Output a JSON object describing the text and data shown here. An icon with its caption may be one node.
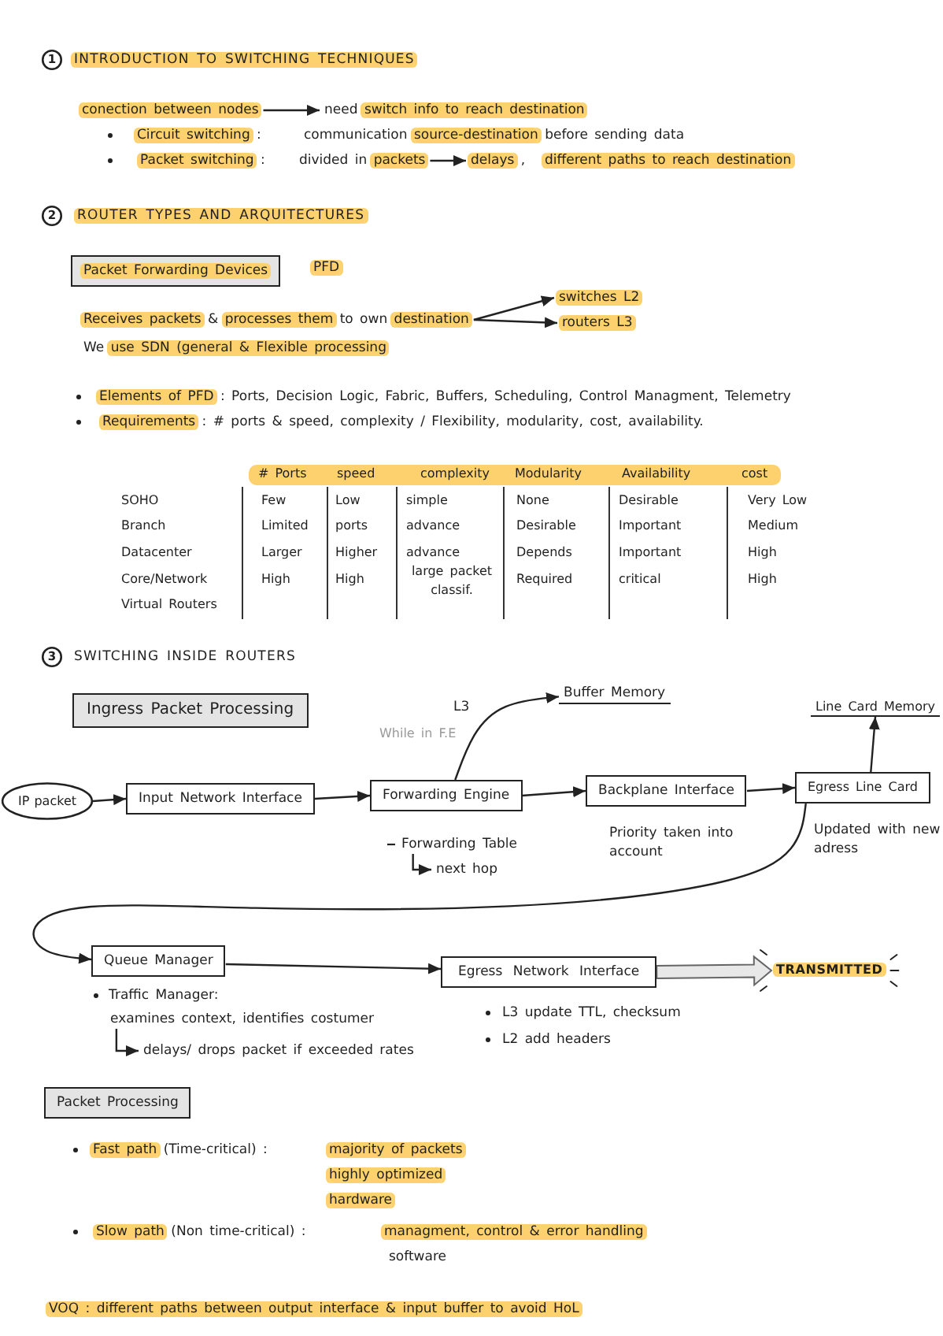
{
  "diagram": {
    "nodes": [
      {
        "text": [
          "1"
        ]
      },
      {
        "text": [
          "INTRODUCTION TO SWITCHING TECHNIQUES"
        ]
      },
      {
        "text": [
          "conection between nodes"
        ]
      },
      {
        "text": [
          "need switch info to reach destination"
        ]
      },
      {
        "text": [
          "Circuit switching :"
        ]
      },
      {
        "text": [
          "communication source-destination before sending data"
        ]
      },
      {
        "text": [
          "Packet switching :"
        ]
      },
      {
        "text": [
          "divided in packets"
        ]
      },
      {
        "text": [
          "delays ,"
        ]
      },
      {
        "text": [
          "different paths to reach destination"
        ]
      },
      {
        "text": [
          "2"
        ]
      },
      {
        "text": [
          "ROUTER TYPES AND ARQUITECTURES"
        ]
      },
      {
        "text": [
          "Packet Forwarding Devices"
        ]
      },
      {
        "text": [
          "PFD"
        ]
      },
      {
        "text": [
          "Receives packets & processes them to own destination"
        ]
      },
      {
        "text": [
          "switches L2"
        ]
      },
      {
        "text": [
          "routers L3"
        ]
      },
      {
        "text": [
          "We use SDN (general & Flexible processing"
        ]
      },
      {
        "text": [
          "Elements of PFD : Ports, Decision Logic, Fabric, Buffers, Scheduling, Control Managment, Telemetry"
        ]
      },
      {
        "text": [
          "Requirements : # ports & speed, complexity / Flexibility, modularity, cost, availability."
        ]
      },
      {
        "text": [
          "3"
        ]
      },
      {
        "text": [
          "Ingress Packet Processing"
        ]
      },
      {
        "text": [
          "Buffer Memory"
        ]
      },
      {
        "text": [
          "Line Card Memory"
        ]
      },
      {
        "text": [
          "IP packet"
        ]
      },
      {
        "text": [
          "Input Network Interface"
        ]
      },
      {
        "text": [
          "Forwarding Engine"
        ]
      },
      {
        "text": [
          "Backplane Interface"
        ],
        "beside": [
          "Priority taken into account"
        ]
      },
      {
        "text": [
          "Egress Line Card"
        ],
        "beside": [
          "Updated with new adress"
        ]
      },
      {
        "text": [
          "Forwarding Table"
        ]
      },
      {
        "text": [
          "next hop"
        ]
      },
      {
        "text": [
          "Queue Manager"
        ],
        "beside": [
          "Traffic Manager:"
        ]
      },
      {
        "text": [
          "Egress Network Interface"
        ]
      },
      {
        "text": [
          "TRANSMITTED"
        ]
      },
      {
        "text": [
          "examines context, identifies costumer"
        ]
      },
      {
        "text": [
          "delays/ drops packet if exceeded rates"
        ]
      },
      {
        "text": [
          "Packet Processing"
        ]
      },
      {
        "text": [
          "Fast path (Time-critical) :"
        ]
      },
      {
        "text": [
          "majority of packets"
        ]
      },
      {
        "text": [
          "highly optimized"
        ]
      },
      {
        "text": [
          "hardware"
        ]
      },
      {
        "text": [
          "Slow path (Non time-critical) :"
        ]
      },
      {
        "text": [
          "managment, control & error handling"
        ]
      },
      {
        "text": [
          "VOQ : different paths between output interface & input buffer to avoid HoL"
        ]
      }
    ],
    "edges": [
      {
        "from": 2,
        "to": 3,
        "arrow": "to"
      },
      {
        "from": 7,
        "to": 8,
        "arrow": "to"
      },
      {
        "from": 14,
        "to": 15,
        "arrow": "to"
      },
      {
        "from": 14,
        "to": 16,
        "arrow": "to"
      },
      {
        "from": 24,
        "to": 25,
        "arrow": "to"
      },
      {
        "from": 25,
        "to": 26,
        "arrow": "to"
      },
      {
        "from": 26,
        "to": 22,
        "arrow": "to",
        "label": "L3"
      },
      {
        "from": 26,
        "to": 27,
        "arrow": "to"
      },
      {
        "from": 27,
        "to": 28,
        "arrow": "to"
      },
      {
        "from": 28,
        "to": 23,
        "arrow": "to"
      },
      {
        "from": 28,
        "to": 31,
        "arrow": "to"
      },
      {
        "from": 29,
        "to": 30,
        "arrow": "to"
      },
      {
        "from": 31,
        "to": 32,
        "arrow": "to"
      },
      {
        "from": 32,
        "to": 33,
        "arrow": "to",
        "style": "thick"
      },
      {
        "from": 34,
        "to": 35,
        "arrow": "to"
      }
    ],
    "labels": [
      "# Ports",
      "speed",
      "complexity",
      "Modularity",
      "Availability",
      "cost",
      "SOHO",
      "Few",
      "Low",
      "simple",
      "None",
      "Desirable",
      "Very Low",
      "Branch",
      "Limited",
      "ports",
      "advance",
      "Desirable",
      "Important",
      "Medium",
      "Datacenter",
      "Larger",
      "Higher",
      "advance",
      "Depends",
      "Important",
      "High",
      "Core/Network",
      "High",
      "High",
      "large packet classif.",
      "Required",
      "critical",
      "High",
      "Virtual Routers",
      "SWITCHING INSIDE ROUTERS",
      "While in F.E",
      "L3 update TTL, checksum",
      "L2 add headers",
      "software"
    ]
  }
}
